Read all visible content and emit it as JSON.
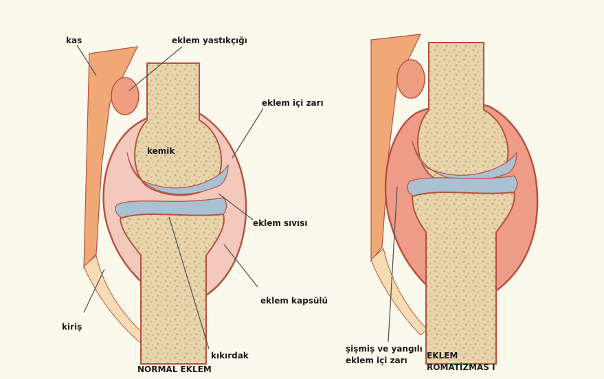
{
  "normal_joint": {
    "caption": "NORMAL EKLEM",
    "labels": {
      "muscle": "kas",
      "bursa": "eklem yastıkçığı",
      "synovium": "eklem içi zarı",
      "bone": "kemik",
      "synovial_fluid": "eklem sıvısı",
      "capsule": "eklem kapsülü",
      "tendon": "kiriş",
      "cartilage": "kıkırdak"
    }
  },
  "ra_joint": {
    "caption_line1": "EKLEM",
    "caption_line2": "ROMATİZMAS I",
    "inflamed_synovium_line1": "şişmiş ve yangılı",
    "inflamed_synovium_line2": "eklem içi zarı"
  },
  "colors": {
    "background": "#fbf8ec",
    "bone": "#e8d5ad",
    "muscle": "#f0a877",
    "synovial_fluid": "#f3c9be",
    "inflamed_synovium": "#ee9b88",
    "cartilage": "#a9c1d3",
    "outline": "#b3523f"
  }
}
